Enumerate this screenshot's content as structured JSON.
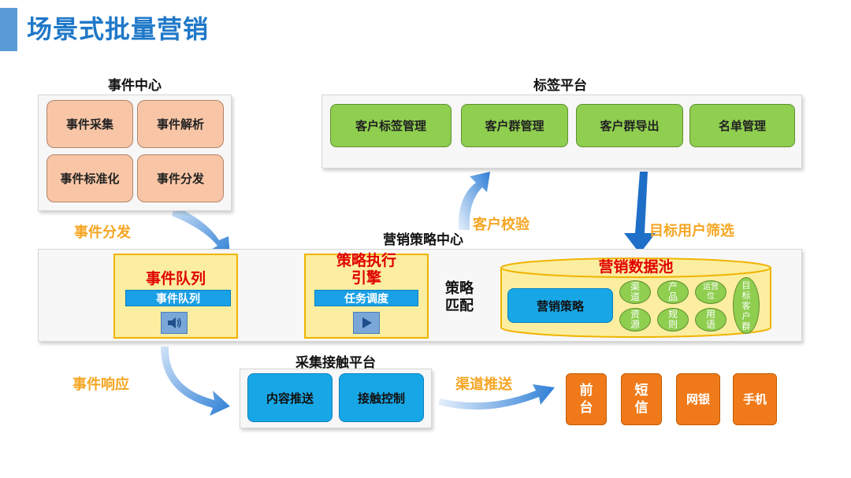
{
  "page": {
    "title": "场景式批量营销"
  },
  "event_center": {
    "label": "事件中心",
    "buttons": [
      "事件采集",
      "事件解析",
      "事件标准化",
      "事件分发"
    ]
  },
  "tag_platform": {
    "label": "标签平台",
    "buttons": [
      "客户标签管理",
      "客户群管理",
      "客户群导出",
      "名单管理"
    ]
  },
  "flow_labels": {
    "event_dispatch": "事件分发",
    "customer_verify": "客户校验",
    "target_filter": "目标用户筛选",
    "event_response": "事件响应",
    "channel_push": "渠道推送"
  },
  "strategy_center": {
    "label": "营销策略中心",
    "event_queue": {
      "title": "事件队列",
      "bar": "事件队列"
    },
    "engine": {
      "title_line1": "策略执行",
      "title_line2": "引擎",
      "bar": "任务调度"
    },
    "match": {
      "line1": "策略",
      "line2": "匹配"
    },
    "data_pool": {
      "title": "营销数据池",
      "strategy": "营销策略",
      "items": [
        "渠\n道",
        "产\n品",
        "运营\n位",
        "目\n标\n客\n户\n群",
        "资\n源",
        "规\n则",
        "用\n语"
      ]
    }
  },
  "contact_platform": {
    "label": "采集接触平台",
    "buttons": [
      "内容推送",
      "接触控制"
    ]
  },
  "channels": [
    "前\n台",
    "短\n信",
    "网银",
    "手机"
  ],
  "colors": {
    "title_blue": "#1f78c8",
    "orange_label": "#f5a623",
    "arrow_blue": "#2f7fd6",
    "green": "#8fce4f",
    "peach": "#f8c6a6",
    "channel_orange": "#f07a1a"
  }
}
